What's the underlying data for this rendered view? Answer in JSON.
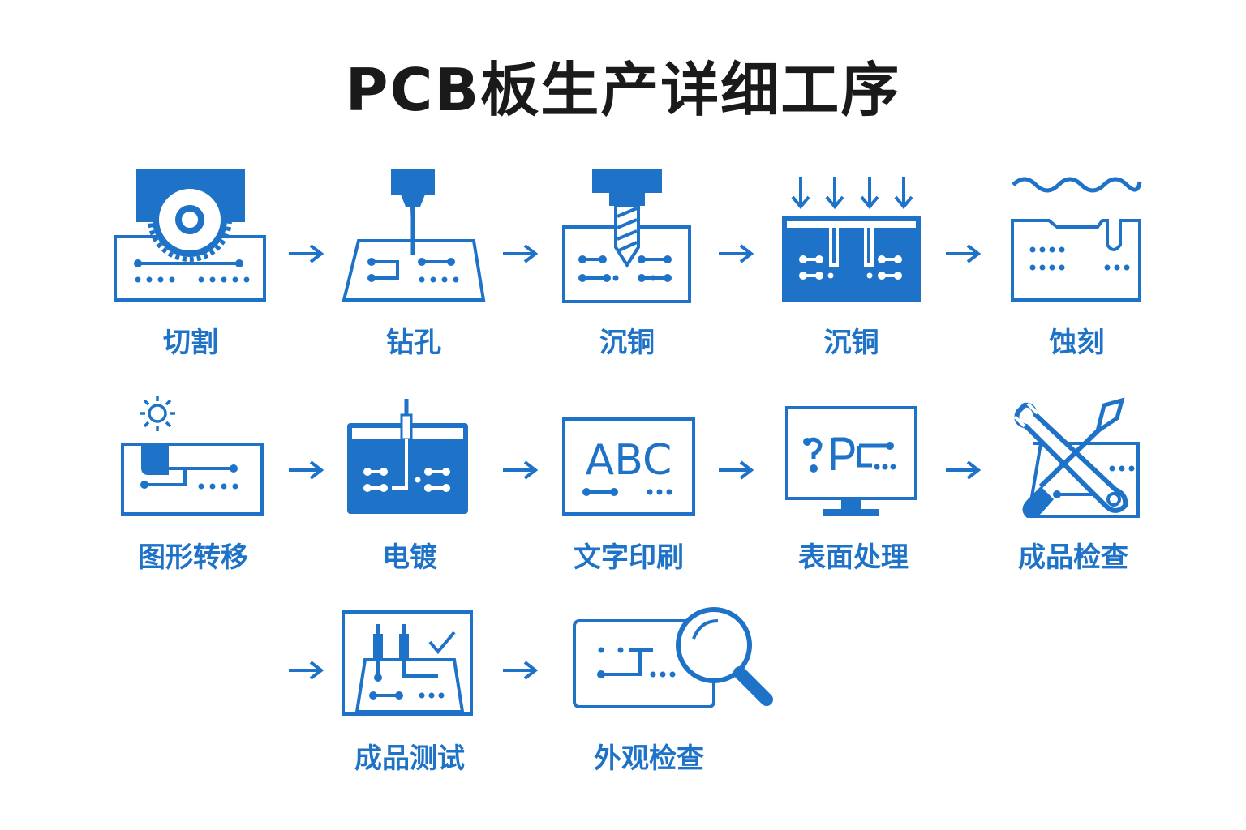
{
  "title": "PCB板生产详细工序",
  "colors": {
    "primary": "#1e72c8",
    "title": "#1a1a1a",
    "background": "#ffffff"
  },
  "steps": [
    {
      "label": "切割",
      "icon": "saw-cutting-icon"
    },
    {
      "label": "钻孔",
      "icon": "drill-icon"
    },
    {
      "label": "沉铜",
      "icon": "drill-bit-icon"
    },
    {
      "label": "沉铜",
      "icon": "copper-deposit-icon"
    },
    {
      "label": "蚀刻",
      "icon": "etching-icon"
    },
    {
      "label": "图形转移",
      "icon": "pattern-transfer-icon"
    },
    {
      "label": "电镀",
      "icon": "electroplating-icon"
    },
    {
      "label": "文字印刷",
      "icon": "text-printing-icon",
      "text": "ABC"
    },
    {
      "label": "表面处理",
      "icon": "surface-treatment-icon"
    },
    {
      "label": "成品检查",
      "icon": "tools-icon"
    },
    {
      "label": "成品测试",
      "icon": "test-probe-icon"
    },
    {
      "label": "外观检查",
      "icon": "magnifier-icon"
    }
  ]
}
